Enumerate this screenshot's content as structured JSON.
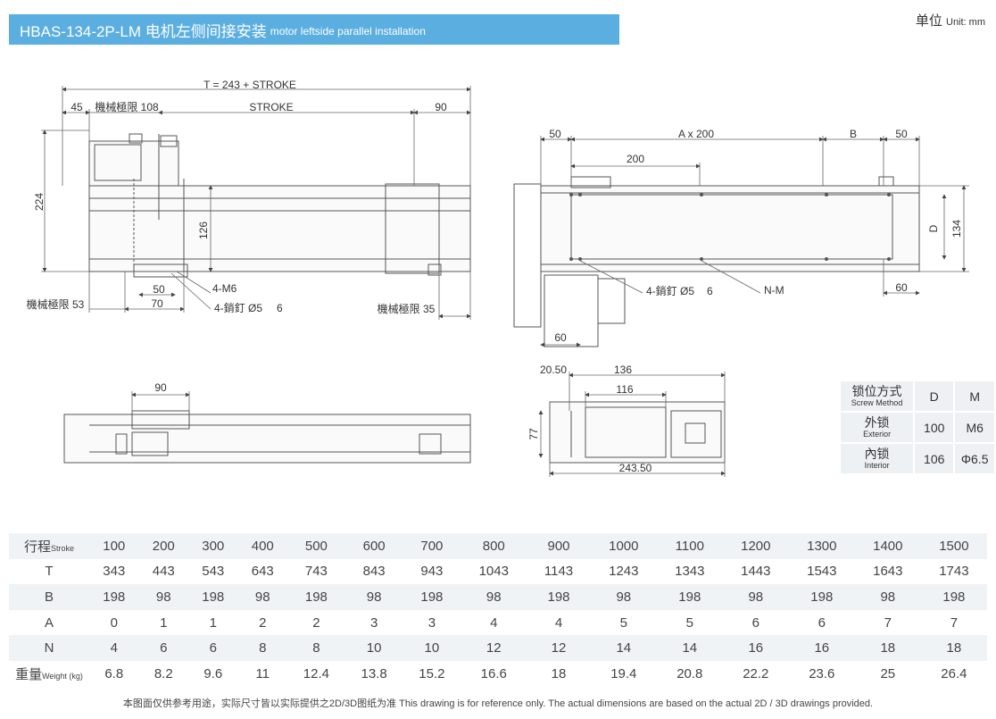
{
  "header": {
    "title_main": "HBAS-134-2P-LM 电机左侧间接安装",
    "title_sub": "motor leftside parallel installation",
    "unit_label": "单位",
    "unit_value": "Unit: mm"
  },
  "drawing": {
    "side_view": {
      "total_length": "T = 243 + STROKE",
      "left_offset": "45",
      "limit_top": "機械極限 108",
      "stroke": "STROKE",
      "right_offset": "90",
      "height": "224",
      "inner_height": "126",
      "dim_50": "50",
      "dim_70": "70",
      "limit_left": "機械極限 53",
      "hole_m6": "4-M6",
      "pin": "4-銷釘 Ø5",
      "pin_depth": "6",
      "limit_right": "機械極限 35"
    },
    "top_view": {
      "left_50": "50",
      "pitch": "A x 200",
      "b_label": "B",
      "right_50": "50",
      "dim_200": "200",
      "d_label": "D",
      "width_134": "134",
      "pin": "4-銷釘 Ø5",
      "pin_depth": "6",
      "nm_label": "N-M",
      "dim_60_right": "60",
      "dim_60_left": "60"
    },
    "front_view": {
      "dim_90": "90"
    },
    "end_view": {
      "dim_2050": "20.50",
      "dim_136": "136",
      "dim_116": "116",
      "dim_77": "77",
      "dim_24350": "243.50"
    }
  },
  "lock_table": {
    "header": {
      "cn": "锁位方式",
      "en": "Screw Method",
      "d": "D",
      "m": "M"
    },
    "rows": [
      {
        "cn": "外锁",
        "en": "Exterior",
        "d": "100",
        "m": "M6"
      },
      {
        "cn": "內锁",
        "en": "Interior",
        "d": "106",
        "m": "Φ6.5"
      }
    ]
  },
  "spec_table": {
    "rows": [
      {
        "label": "行程",
        "label_sub": "Stroke",
        "values": [
          "100",
          "200",
          "300",
          "400",
          "500",
          "600",
          "700",
          "800",
          "900",
          "1000",
          "1100",
          "1200",
          "1300",
          "1400",
          "1500"
        ]
      },
      {
        "label": "T",
        "label_sub": "",
        "values": [
          "343",
          "443",
          "543",
          "643",
          "743",
          "843",
          "943",
          "1043",
          "1143",
          "1243",
          "1343",
          "1443",
          "1543",
          "1643",
          "1743"
        ]
      },
      {
        "label": "B",
        "label_sub": "",
        "values": [
          "198",
          "98",
          "198",
          "98",
          "198",
          "98",
          "198",
          "98",
          "198",
          "98",
          "198",
          "98",
          "198",
          "98",
          "198"
        ]
      },
      {
        "label": "A",
        "label_sub": "",
        "values": [
          "0",
          "1",
          "1",
          "2",
          "2",
          "3",
          "3",
          "4",
          "4",
          "5",
          "5",
          "6",
          "6",
          "7",
          "7"
        ]
      },
      {
        "label": "N",
        "label_sub": "",
        "values": [
          "4",
          "6",
          "6",
          "8",
          "8",
          "10",
          "10",
          "12",
          "12",
          "14",
          "14",
          "16",
          "16",
          "18",
          "18"
        ]
      },
      {
        "label": "重量",
        "label_sub": "Weight (kg)",
        "values": [
          "6.8",
          "8.2",
          "9.6",
          "11",
          "12.4",
          "13.8",
          "15.2",
          "16.6",
          "18",
          "19.4",
          "20.8",
          "22.2",
          "23.6",
          "25",
          "26.4"
        ]
      }
    ]
  },
  "footer": "本图面仅供参考用途，实际尺寸皆以实际提供之2D/3D图纸为准 This drawing is for reference only. The actual dimensions are based on the actual 2D / 3D drawings provided."
}
